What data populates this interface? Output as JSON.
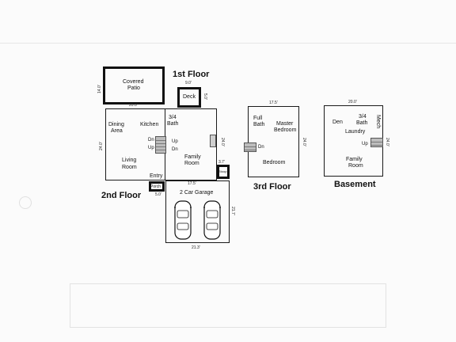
{
  "headings": {
    "first_floor": "1st Floor",
    "second_floor": "2nd Floor",
    "third_floor": "3rd Floor",
    "basement": "Basement"
  },
  "first_floor": {
    "rooms": {
      "covered_patio_line1": "Covered",
      "covered_patio_line2": "Patio",
      "deck": "Deck",
      "bath_line1": "3/4",
      "bath_line2": "Bath",
      "dining_line1": "Dining",
      "dining_line2": "Area",
      "kitchen": "Kitchen",
      "living_line1": "Living",
      "living_line2": "Room",
      "family_line1": "Family",
      "family_line2": "Room",
      "entry": "Entry",
      "porch": "Porch",
      "garage": "2 Car Garage",
      "stoop": "Stoop"
    },
    "stairs": {
      "dn1": "Dn",
      "up1": "Up",
      "up2": "Up",
      "dn2": "Dn"
    },
    "dims": {
      "patio_side": "14.0'",
      "patio_bottom": "20.0'",
      "deck_top": "9.0'",
      "deck_side": "5.0'",
      "house_side": "24.0'",
      "family_side": "24.0'",
      "house_bottom": "17.5'",
      "stoop_top": "3.7'",
      "porch_side": "5.0'",
      "garage_side": "21.7'",
      "garage_bottom": "21.3'"
    }
  },
  "third_floor": {
    "full_bath_line1": "Full",
    "full_bath_line2": "Bath",
    "master_line1": "Master",
    "master_line2": "Bedroom",
    "bedroom": "Bedroom",
    "dn": "Dn",
    "top_dim": "17.5'",
    "side_dim": "24.0'"
  },
  "basement": {
    "den": "Den",
    "bath_line1": "3/4",
    "bath_line2": "Bath",
    "laundry": "Laundry",
    "mech": "Mech",
    "up": "Up",
    "family_line1": "Family",
    "family_line2": "Room",
    "top_dim": "20.0'",
    "side_dim": "24.0'"
  }
}
